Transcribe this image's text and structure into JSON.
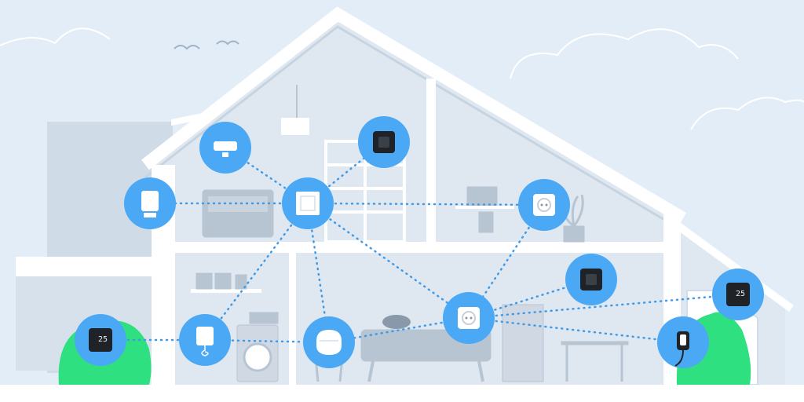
{
  "colors": {
    "sky": "#e3edf7",
    "house_fill": "#dfe8f1",
    "house_wall": "#ffffff",
    "roof_edge": "#c6d4e2",
    "furniture": "#b7c4d2",
    "node_blue": "#4aa8f5",
    "link_dotted": "#3f9ae8",
    "plant_green": "#2fe081",
    "device_dark": "#1f2328"
  },
  "devices": [
    {
      "id": "motion-sensor-attic",
      "icon": "motion-sensor-icon"
    },
    {
      "id": "thermostat-attic",
      "icon": "thermostat-icon"
    },
    {
      "id": "radiator-thermostat",
      "icon": "radiator-valve-icon"
    },
    {
      "id": "hub-switch",
      "icon": "light-switch-hub-icon"
    },
    {
      "id": "smart-plug-attic",
      "icon": "smart-plug-icon"
    },
    {
      "id": "thermostat-kitchen",
      "icon": "thermostat-icon"
    },
    {
      "id": "thermostat-outdoor-left",
      "icon": "thermostat-display-icon",
      "reading": "25"
    },
    {
      "id": "water-sensor",
      "icon": "water-leak-sensor-icon"
    },
    {
      "id": "smart-speaker",
      "icon": "smart-speaker-icon"
    },
    {
      "id": "smart-plug-living",
      "icon": "smart-plug-icon"
    },
    {
      "id": "thermostat-outdoor-right",
      "icon": "thermostat-display-icon",
      "reading": "25"
    },
    {
      "id": "outdoor-plug",
      "icon": "outdoor-plug-icon"
    }
  ]
}
